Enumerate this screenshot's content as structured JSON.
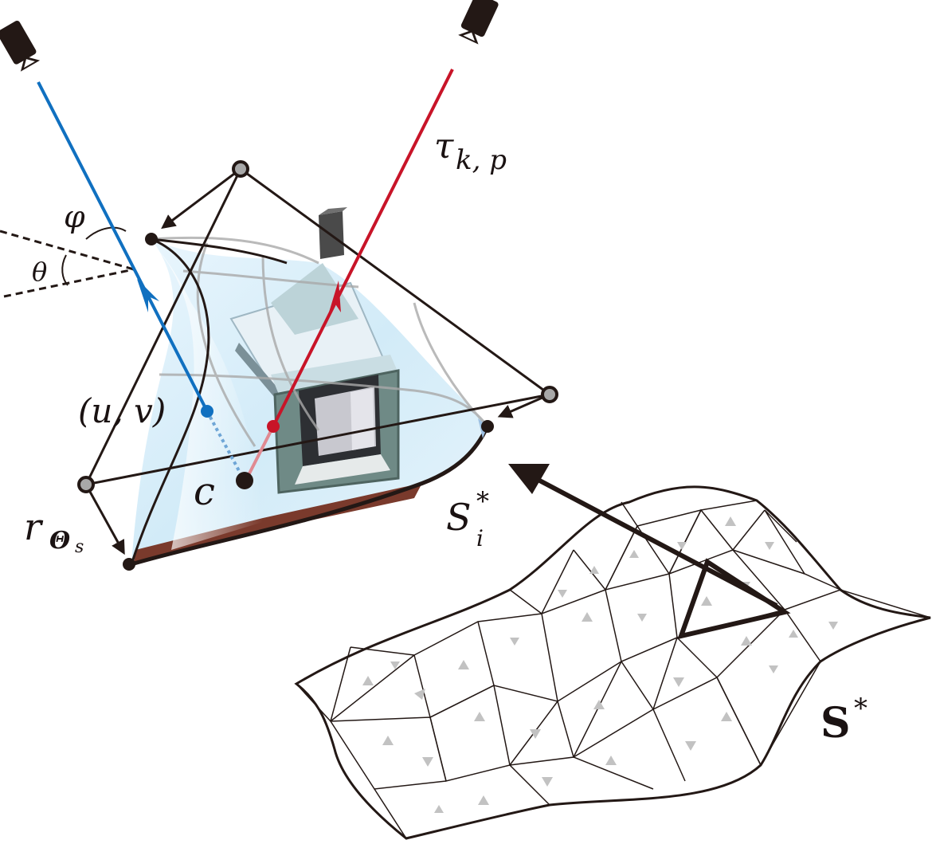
{
  "labels": {
    "phi": "φ",
    "theta": "θ",
    "uv": "(u, v)",
    "c": "c",
    "r_main": "r",
    "r_sub": "Θ",
    "r_subsub": "s",
    "tau_main": "τ",
    "tau_sub": "k, p",
    "s_i_main": "S",
    "s_i_sup": "*",
    "s_i_sub": "i",
    "s_star_main": "S",
    "s_star_sup": "*"
  },
  "colors": {
    "ray_blue": "#1070c0",
    "ray_red": "#c81428",
    "ink": "#231815",
    "patch_fill": "#dff0fa",
    "mesh_marker": "#c2c2c2",
    "ground": "#7a3a2c"
  },
  "icons": [
    "camera-icon-left",
    "camera-icon-right"
  ]
}
